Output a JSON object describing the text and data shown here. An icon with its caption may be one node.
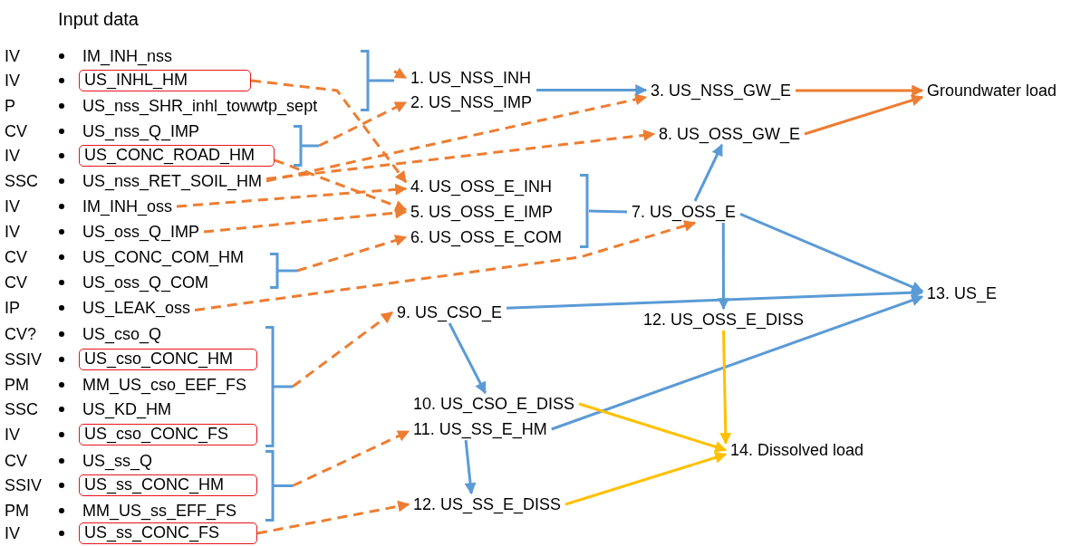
{
  "diagram": {
    "title": "Input data",
    "nodes": [
      {
        "text": [
          "IM_INH_nss"
        ]
      },
      {
        "text": [
          "US_INHL_HM"
        ]
      },
      {
        "text": [
          "US_nss_SHR_inhl_towwtp_sept"
        ]
      },
      {
        "text": [
          "US_nss_Q_IMP"
        ]
      },
      {
        "text": [
          "US_CONC_ROAD_HM"
        ]
      },
      {
        "text": [
          "US_nss_RET_SOIL_HM"
        ]
      },
      {
        "text": [
          "IM_INH_oss"
        ]
      },
      {
        "text": [
          "US_oss_Q_IMP"
        ]
      },
      {
        "text": [
          "US_CONC_COM_HM"
        ]
      },
      {
        "text": [
          "US_oss_Q_COM"
        ]
      },
      {
        "text": [
          "US_LEAK_oss"
        ]
      },
      {
        "text": [
          "US_cso_Q"
        ]
      },
      {
        "text": [
          "US_cso_CONC_HM"
        ]
      },
      {
        "text": [
          "MM_US_cso_EEF_FS"
        ]
      },
      {
        "text": [
          "US_KD_HM"
        ]
      },
      {
        "text": [
          "US_cso_CONC_FS"
        ]
      },
      {
        "text": [
          "US_ss_Q"
        ]
      },
      {
        "text": [
          "US_ss_CONC_HM"
        ]
      },
      {
        "text": [
          "MM_US_ss_EFF_FS"
        ]
      },
      {
        "text": [
          "US_ss_CONC_FS"
        ]
      },
      {
        "text": [],
        "shape": "bracket"
      },
      {
        "text": [],
        "shape": "bracket"
      },
      {
        "text": [],
        "shape": "bracket"
      },
      {
        "text": [],
        "shape": "bracket"
      },
      {
        "text": [],
        "shape": "bracket"
      },
      {
        "text": [],
        "shape": "bracket"
      },
      {
        "text": [
          "1. US_NSS_INH"
        ]
      },
      {
        "text": [
          "2. US_NSS_IMP"
        ]
      },
      {
        "text": [
          "3. US_NSS_GW_E"
        ]
      },
      {
        "text": [
          "Groundwater load"
        ]
      },
      {
        "text": [
          "8. US_OSS_GW_E"
        ]
      },
      {
        "text": [
          "4. US_OSS_E_INH"
        ]
      },
      {
        "text": [
          "5. US_OSS_E_IMP"
        ]
      },
      {
        "text": [
          "6. US_OSS_E_COM"
        ]
      },
      {
        "text": [
          "7. US_OSS_E"
        ]
      },
      {
        "text": [
          "9. US_CSO_E"
        ]
      },
      {
        "text": [
          "12. US_OSS_E_DISS"
        ]
      },
      {
        "text": [
          "13. US_E"
        ]
      },
      {
        "text": [
          "10. US_CSO_E_DISS"
        ]
      },
      {
        "text": [
          "11. US_SS_E_HM"
        ]
      },
      {
        "text": [
          "14. Dissolved load"
        ]
      },
      {
        "text": [
          "12. US_SS_E_DISS"
        ]
      }
    ],
    "edges": [
      {
        "from": 20,
        "to": 26,
        "arrow": "to",
        "style": "dashed"
      },
      {
        "from": 21,
        "to": 27,
        "arrow": "to",
        "style": "dashed"
      },
      {
        "from": 1,
        "to": 31,
        "arrow": "to",
        "style": "dashed"
      },
      {
        "from": 4,
        "to": 32,
        "arrow": "to",
        "style": "dashed"
      },
      {
        "from": 5,
        "to": 28,
        "arrow": "to",
        "style": "dashed"
      },
      {
        "from": 5,
        "to": 30,
        "arrow": "to",
        "style": "dashed"
      },
      {
        "from": 6,
        "to": 31,
        "arrow": "to",
        "style": "dashed"
      },
      {
        "from": 7,
        "to": 32,
        "arrow": "to",
        "style": "dashed"
      },
      {
        "from": 22,
        "to": 33,
        "arrow": "to",
        "style": "dashed"
      },
      {
        "from": 10,
        "to": 34,
        "arrow": "to",
        "style": "dashed"
      },
      {
        "from": 23,
        "to": 35,
        "arrow": "to",
        "style": "dashed"
      },
      {
        "from": 24,
        "to": 39,
        "arrow": "to",
        "style": "dashed"
      },
      {
        "from": 19,
        "to": 41,
        "arrow": "to",
        "style": "dashed"
      },
      {
        "from": 26,
        "to": 28,
        "arrow": "to",
        "color": "#5b9bd5"
      },
      {
        "from": 27,
        "to": 28,
        "arrow": "to",
        "color": "#5b9bd5"
      },
      {
        "from": 25,
        "to": 34,
        "arrow": "none",
        "color": "#5b9bd5"
      },
      {
        "from": 34,
        "to": 30,
        "arrow": "to",
        "color": "#5b9bd5"
      },
      {
        "from": 34,
        "to": 36,
        "arrow": "to",
        "color": "#5b9bd5"
      },
      {
        "from": 34,
        "to": 37,
        "arrow": "to",
        "color": "#5b9bd5"
      },
      {
        "from": 35,
        "to": 37,
        "arrow": "to",
        "color": "#5b9bd5"
      },
      {
        "from": 35,
        "to": 38,
        "arrow": "to",
        "color": "#5b9bd5"
      },
      {
        "from": 39,
        "to": 37,
        "arrow": "to",
        "color": "#5b9bd5"
      },
      {
        "from": 39,
        "to": 41,
        "arrow": "to",
        "color": "#5b9bd5"
      },
      {
        "from": 28,
        "to": 29,
        "arrow": "to"
      },
      {
        "from": 30,
        "to": 29,
        "arrow": "to"
      },
      {
        "from": 36,
        "to": 40,
        "arrow": "to",
        "color": "#ffc000"
      },
      {
        "from": 38,
        "to": 40,
        "arrow": "to",
        "color": "#ffc000"
      },
      {
        "from": 41,
        "to": 40,
        "arrow": "to",
        "color": "#ffc000"
      }
    ],
    "labels": [
      "IV",
      "IV",
      "P",
      "CV",
      "IV",
      "SSC",
      "IV",
      "IV",
      "CV",
      "CV",
      "IP",
      "CV?",
      "SSIV",
      "PM",
      "SSC",
      "IV",
      "CV",
      "SSIV",
      "PM",
      "IV"
    ]
  }
}
